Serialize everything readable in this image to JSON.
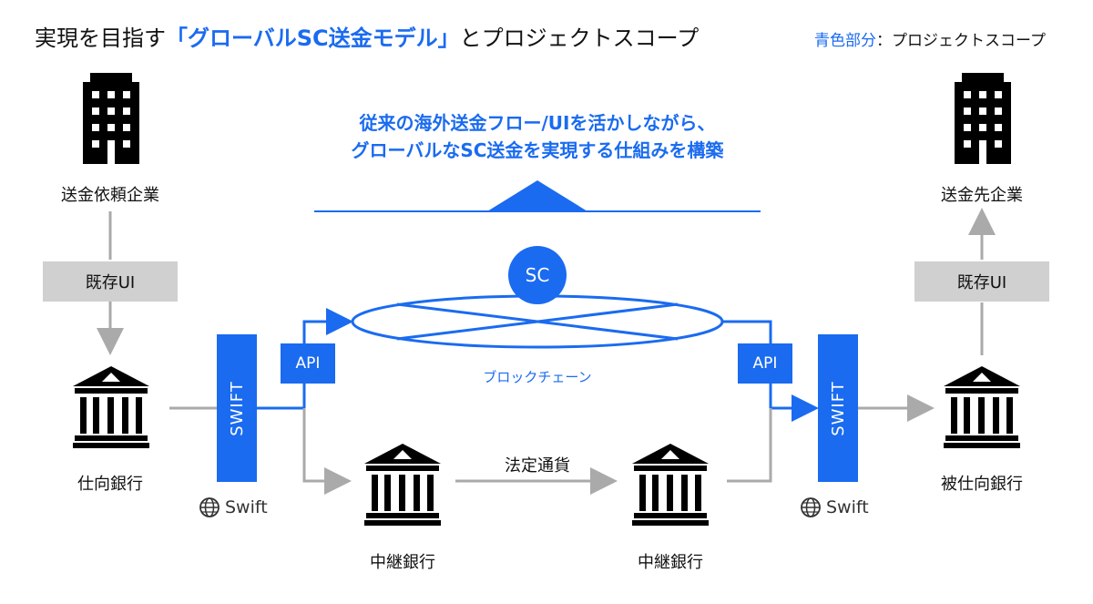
{
  "title": {
    "prefix": "実現を目指す",
    "highlight": "「グローバルSC送金モデル」",
    "suffix": "とプロジェクトスコープ"
  },
  "legend": {
    "blue_text": "青色部分",
    "rest": "：プロジェクトスコープ"
  },
  "headline": {
    "line1": "従来の海外送金フロー/UIを活かしながら、",
    "line2": "グローバルなSC送金を実現する仕組みを構築"
  },
  "nodes": {
    "sender_company": "送金依頼企業",
    "receiver_company": "送金先企業",
    "existing_ui_left": "既存UI",
    "existing_ui_right": "既存UI",
    "sending_bank": "仕向銀行",
    "receiving_bank": "被仕向銀行",
    "intermediary_left": "中継銀行",
    "intermediary_right": "中継銀行",
    "fiat": "法定通貨",
    "swift_left": "SWIFT",
    "swift_right": "SWIFT",
    "api_left": "API",
    "api_right": "API",
    "sc": "SC",
    "blockchain": "ブロックチェーン",
    "swift_logo_left": "Swift",
    "swift_logo_right": "Swift"
  },
  "colors": {
    "accent": "#1a6bf0",
    "gray_box": "#d0d0d0",
    "arrow_gray": "#aaaaaa",
    "icon": "#000000"
  },
  "icons": {
    "company": "office-building-icon",
    "bank": "bank-icon",
    "swift_logo": "globe-icon"
  }
}
